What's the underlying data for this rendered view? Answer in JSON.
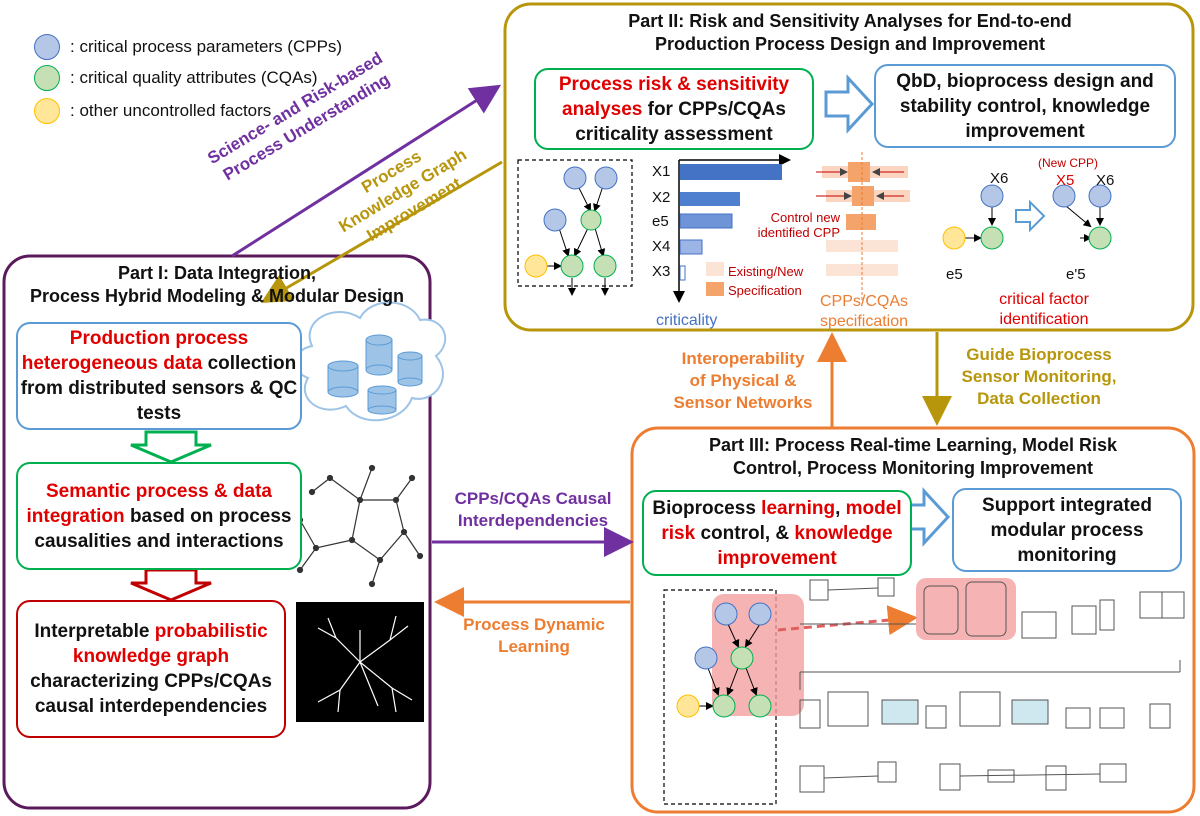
{
  "legend": {
    "cpp": ": critical process parameters (CPPs)",
    "cqa": ": critical quality attributes (CQAs)",
    "other": ": other uncontrolled factors"
  },
  "part1": {
    "title_l1": "Part I: Data Integration,",
    "title_l2": "Process Hybrid Modeling & Modular Design",
    "box1_red": "Production process heterogeneous data",
    "box1_rest": "collection from distributed sensors & QC tests",
    "box2_red": "Semantic process & data integration",
    "box2_rest": "based on process causalities and interactions",
    "box3_top": "Interpretable",
    "box3_red": "probabilistic knowledge graph",
    "box3_rest": "characterizing CPPs/CQAs causal interdependencies"
  },
  "part2": {
    "title_l1": "Part II: Risk and Sensitivity Analyses for End-to-end",
    "title_l2": "Production Process Design and Improvement",
    "box_left_red": "Process risk & sensitivity analyses",
    "box_left_rest": "for CPPs/CQAs criticality assessment",
    "box_right": "QbD, bioprocess design and stability control, knowledge improvement",
    "axis_label": "criticality",
    "bar_labels": [
      "X1",
      "X2",
      "e5",
      "X4",
      "X3"
    ],
    "control_note_l1": "Control new",
    "control_note_l2": "identified CPP",
    "spec_legend_l1": "Existing/New",
    "spec_legend_l2": "Specification",
    "spec_label_l1": "CPPs/CQAs",
    "spec_label_l2": "specification",
    "new_cpp": "(New CPP)",
    "x6a": "X6",
    "x5": "X5",
    "x6b": "X6",
    "e5": "e5",
    "e5p": "e'5",
    "crit_label_l1": "critical factor",
    "crit_label_l2": "identification"
  },
  "part3": {
    "title_l1": "Part III: Process Real-time Learning, Model Risk",
    "title_l2": "Control, Process Monitoring Improvement",
    "box_left_a": "Bioprocess",
    "box_left_b": "learning",
    "box_left_c": "model risk",
    "box_left_d": "control, &",
    "box_left_e": "knowledge improvement",
    "box_right": "Support integrated modular process monitoring"
  },
  "arrows": {
    "science_l1": "Science- and Risk-based",
    "science_l2": "Process Understanding",
    "pkg_l1": "Process",
    "pkg_l2": "Knowledge Graph",
    "pkg_l3": "Improvement",
    "interop_l1": "Interoperability",
    "interop_l2": "of Physical &",
    "interop_l3": "Sensor Networks",
    "guide_l1": "Guide Bioprocess",
    "guide_l2": "Sensor Monitoring,",
    "guide_l3": "Data Collection",
    "causal_l1": "CPPs/CQAs Causal",
    "causal_l2": "Interdependencies",
    "dyn_l1": "Process Dynamic",
    "dyn_l2": "Learning"
  },
  "colors": {
    "purple": "#7030a0",
    "gold": "#b8960c",
    "orange": "#ed7d31",
    "blue": "#5b9bd5",
    "green": "#00b050",
    "red": "#e00000",
    "darkred": "#c00000",
    "part1_border": "#5c1a5c",
    "part2_border": "#b8960c",
    "part3_border": "#ed7d31"
  }
}
